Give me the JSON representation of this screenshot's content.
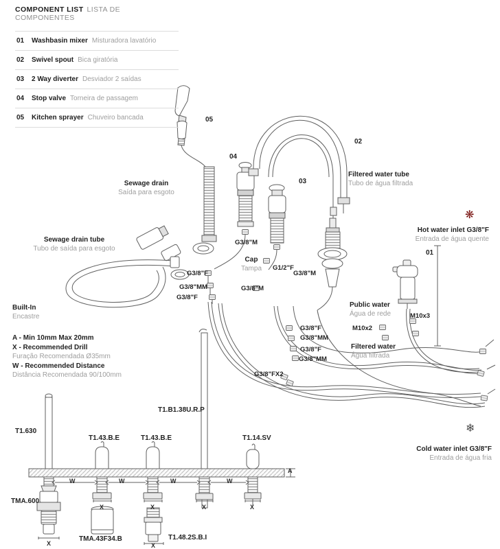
{
  "page": {
    "title_en": "COMPONENT LIST",
    "title_pt": "LISTA DE COMPONENTES"
  },
  "component_list": [
    {
      "num": "01",
      "en": "Washbasin mixer",
      "pt": "Misturadora lavatório"
    },
    {
      "num": "02",
      "en": "Swivel spout",
      "pt": "Bica giratória"
    },
    {
      "num": "03",
      "en": "2 Way diverter",
      "pt": "Desviador 2 saídas"
    },
    {
      "num": "04",
      "en": "Stop valve",
      "pt": "Torneira de passagem"
    },
    {
      "num": "05",
      "en": "Kitchen sprayer",
      "pt": "Chuveiro bancada"
    }
  ],
  "callouts": {
    "c01": "01",
    "c02": "02",
    "c03": "03",
    "c04": "04",
    "c05": "05"
  },
  "annotations": {
    "filtered_water_tube_en": "Filtered water tube",
    "filtered_water_tube_pt": "Tubo de água filtrada",
    "sewage_drain_en": "Sewage drain",
    "sewage_drain_pt": "Saída para esgoto",
    "sewage_drain_tube_en": "Sewage drain tube",
    "sewage_drain_tube_pt": "Tubo de saída para esgoto",
    "hot_water_inlet_en": "Hot water inlet G3/8\"F",
    "hot_water_inlet_pt": "Entrada de água quente",
    "cold_water_inlet_en": "Cold water inlet G3/8\"F",
    "cold_water_inlet_pt": "Entrada de água fria",
    "cap_en": "Cap",
    "cap_pt": "Tampa",
    "built_in_en": "Built-In",
    "built_in_pt": "Encastre",
    "public_water_en": "Public water",
    "public_water_pt": "Água de rede",
    "filtered_water_en": "Filtered water",
    "filtered_water_pt": "Água filtrada",
    "note_a": "A - Min 10mm Max 20mm",
    "note_x_en": "X - Recommended Drill",
    "note_x_pt": "Furação Recomendada Ø35mm",
    "note_w_en": "W - Recommended Distance",
    "note_w_pt": "Distância Recomendada 90/100mm"
  },
  "fittings": {
    "g38m": "G3/8\"M",
    "g38f": "G3/8\"F",
    "g38mm": "G3/8\"MM",
    "g38fx2": "G3/8\"FX2",
    "g12f": "G1/2\"F",
    "m10x2": "M10x2",
    "m10x3": "M10x3"
  },
  "part_codes": {
    "t1_630": "T1.630",
    "t1_43_be": "T1.43.B.E",
    "t1_b1_38urp": "T1.B1.38U.R.P",
    "t1_14_sv": "T1.14.SV",
    "tma_600": "TMA.600",
    "tma_43f34_b": "TMA.43F34.B",
    "t1_48_2s_bi": "T1.48.2S.B.I"
  },
  "dimensions": {
    "a": "A",
    "w": "W",
    "x": "X"
  },
  "icons": {
    "hot": {
      "name": "hot-water-icon",
      "glyph": "❋"
    },
    "cold": {
      "name": "snowflake-icon",
      "glyph": "❄"
    }
  },
  "colors": {
    "hot": "#7a1512",
    "cold": "#4a4a4a",
    "line": "#5f5f5f",
    "text": "#1d1d1d",
    "muted": "#9e9e9e"
  }
}
